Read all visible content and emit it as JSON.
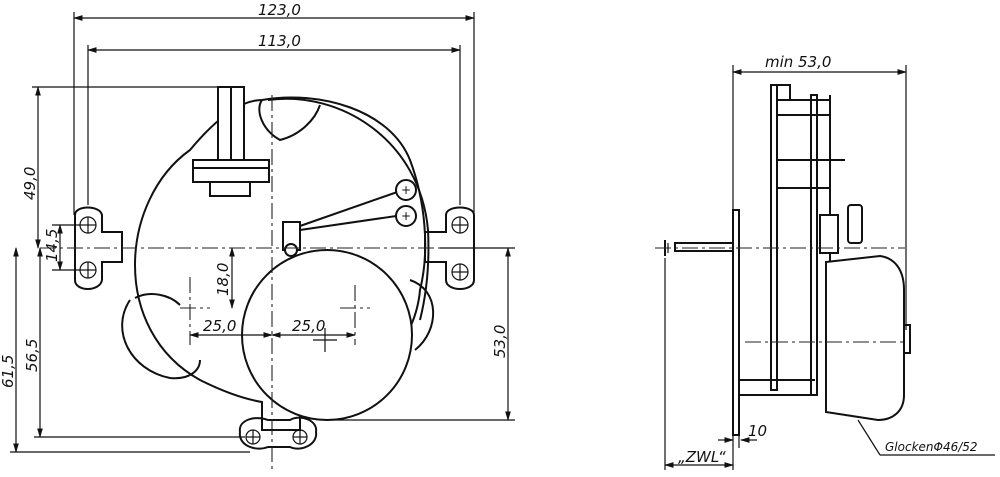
{
  "front_view": {
    "dims": {
      "overall_width": "123,0",
      "hole_spacing": "113,0",
      "top_height": "49,0",
      "hole_offset": "14,5",
      "overall_height": "61,5",
      "body_height": "56,5",
      "bell_offset_v": "18,0",
      "bell_offset_left": "25,0",
      "bell_offset_right": "25,0",
      "right_height": "53,0"
    }
  },
  "side_view": {
    "dims": {
      "min_depth": "min 53,0",
      "shaft_offset": "10",
      "zwl": "„ZWL“"
    },
    "callout": "GlockenΦ46/52"
  }
}
